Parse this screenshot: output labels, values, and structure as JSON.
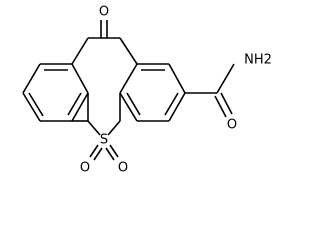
{
  "atoms": {
    "carbonyl_oxygen": "O",
    "sulfur": "S",
    "sulfonyl_oxygen_left": "O",
    "sulfonyl_oxygen_right": "O",
    "amide_oxygen": "O",
    "amide_nitrogen": "NH2"
  },
  "colors": {
    "bond": "#000000",
    "label": "#000000",
    "background": "#ffffff"
  }
}
